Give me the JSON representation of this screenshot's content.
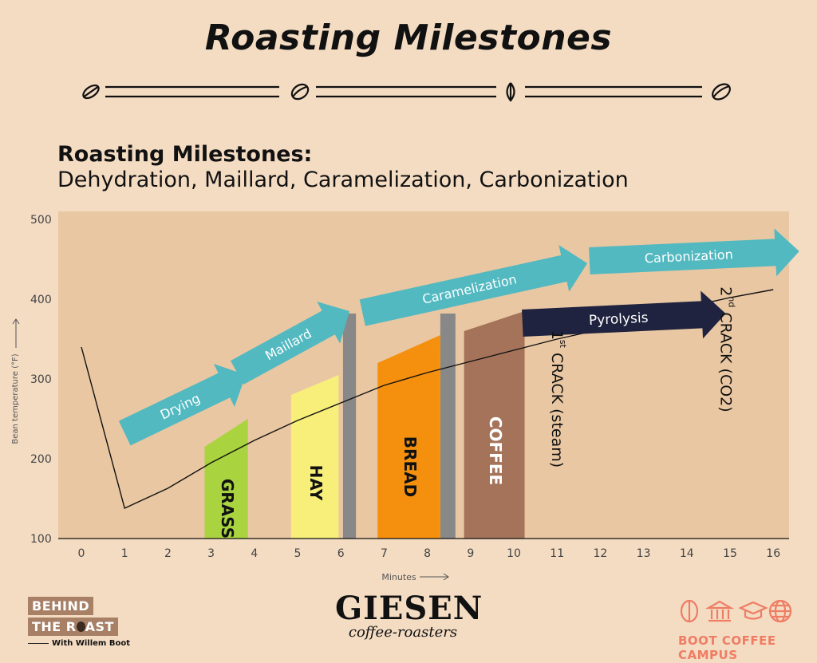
{
  "header": {
    "title": "Roasting Milestones",
    "subtitle": "Roasting Milestones:",
    "phases_text": "Dehydration, Maillard, Caramelization, Carbonization"
  },
  "chart_data": {
    "type": "line",
    "title": "Roasting Milestones",
    "xlabel": "Minutes",
    "ylabel": "Bean temperature (°F)",
    "xlim": [
      0,
      16
    ],
    "ylim": [
      100,
      500
    ],
    "x_ticks": [
      "0",
      "1",
      "2",
      "3",
      "4",
      "5",
      "6",
      "7",
      "8",
      "9",
      "10",
      "11",
      "12",
      "13",
      "14",
      "15",
      "16"
    ],
    "y_ticks": [
      "100",
      "200",
      "300",
      "400",
      "500"
    ],
    "series": [
      {
        "x": [
          0,
          1,
          2,
          3,
          4,
          5,
          6,
          7,
          8,
          9,
          10,
          11,
          12,
          13,
          14,
          15,
          16
        ],
        "values": [
          340,
          138,
          163,
          195,
          223,
          248,
          270,
          292,
          308,
          322,
          336,
          350,
          362,
          375,
          390,
          402,
          412
        ]
      }
    ],
    "aroma_bars": [
      {
        "label": "GRASS",
        "x0": 2.85,
        "x1": 3.85,
        "y_top0": 215,
        "y_top1": 250,
        "color": "#a9d43f"
      },
      {
        "label": "HAY",
        "x0": 4.85,
        "x1": 5.95,
        "y_top0": 280,
        "y_top1": 305,
        "color": "#f7ef7a"
      },
      {
        "label": "BREAD",
        "x0": 6.85,
        "x1": 8.3,
        "y_top0": 320,
        "y_top1": 355,
        "color": "#f5900f"
      },
      {
        "label": "COFFEE",
        "x0": 8.85,
        "x1": 10.25,
        "y_top0": 360,
        "y_top1": 385,
        "color": "#a5735a"
      }
    ],
    "gray_bars": [
      {
        "x0": 6.05,
        "x1": 6.35,
        "y_top": 382,
        "color": "#888888"
      },
      {
        "x0": 8.3,
        "x1": 8.65,
        "y_top": 382,
        "color": "#888888"
      }
    ],
    "arrows": [
      {
        "label": "Drying",
        "x0": 1.0,
        "y0": 232,
        "x1": 3.8,
        "y1": 305,
        "color": "#52b9c1",
        "text_color": "#ffffff"
      },
      {
        "label": "Maillard",
        "x0": 3.6,
        "y0": 308,
        "x1": 6.2,
        "y1": 385,
        "color": "#52b9c1",
        "text_color": "#ffffff"
      },
      {
        "label": "Caramelization",
        "x0": 6.5,
        "y0": 383,
        "x1": 11.7,
        "y1": 445,
        "color": "#52b9c1",
        "text_color": "#ffffff"
      },
      {
        "label": "Carbonization",
        "x0": 11.75,
        "y0": 448,
        "x1": 16.6,
        "y1": 460,
        "color": "#52b9c1",
        "text_color": "#ffffff"
      },
      {
        "label": "Pyrolysis",
        "x0": 10.2,
        "y0": 370,
        "x1": 14.9,
        "y1": 382,
        "color": "#1f2340",
        "text_color": "#ffffff"
      }
    ],
    "annotations": [
      {
        "text": "1st CRACK (steam)",
        "main": "CRACK (steam)",
        "sup": "st",
        "num": "1",
        "x": 11,
        "y_center": 275
      },
      {
        "text": "2nd CRACK (CO2)",
        "main": "CRACK (CO2)",
        "sup": "nd",
        "num": "2",
        "x": 14.9,
        "y_center": 337
      }
    ],
    "grid": false
  },
  "footer": {
    "behind_1": "BEHIND",
    "behind_2": "THE R",
    "behind_3": "AST",
    "with": "With Willem Boot",
    "giesen": "GIESEN",
    "giesen_sub": "coffee-roasters",
    "campus": "BOOT COFFEE CAMPUS"
  }
}
